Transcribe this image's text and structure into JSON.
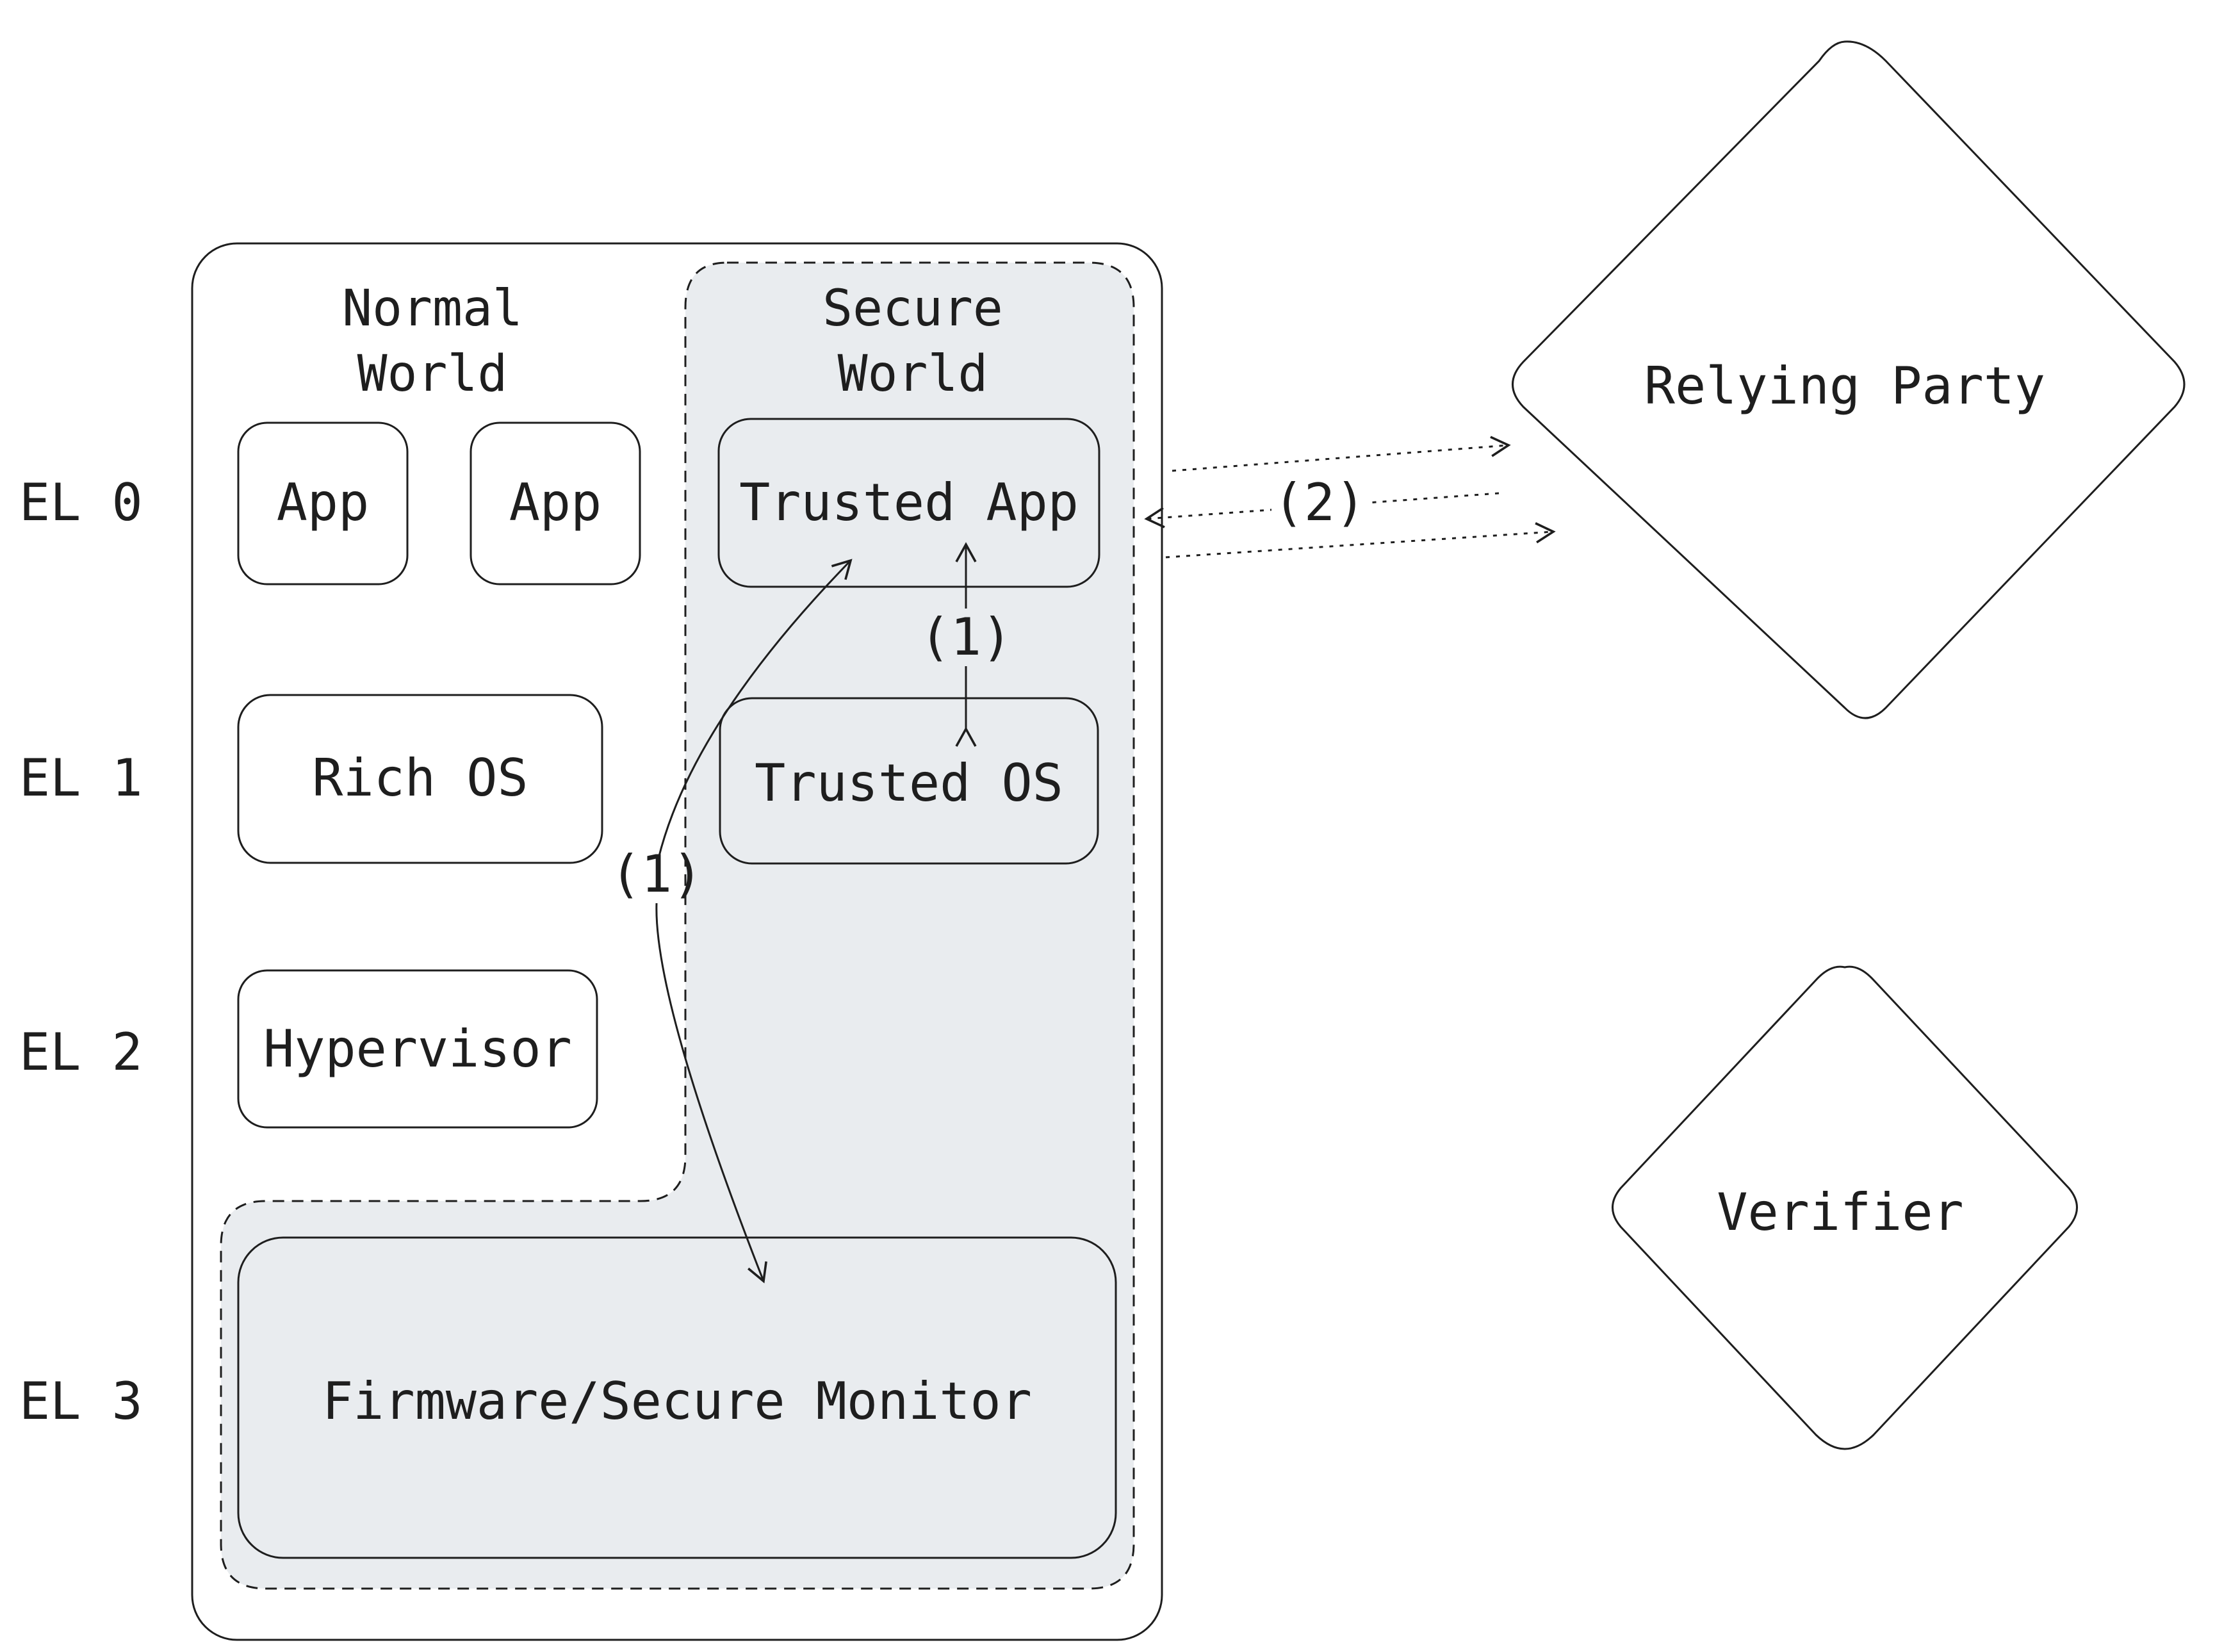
{
  "levels": {
    "el0": "EL 0",
    "el1": "EL 1",
    "el2": "EL 2",
    "el3": "EL 3"
  },
  "worlds": {
    "normal_line1": "Normal",
    "normal_line2": "World",
    "secure_line1": "Secure",
    "secure_line2": "World"
  },
  "boxes": {
    "app1": "App",
    "app2": "App",
    "trusted_app": "Trusted App",
    "rich_os": "Rich OS",
    "trusted_os": "Trusted OS",
    "hypervisor": "Hypervisor",
    "firmware": "Firmware/Secure Monitor"
  },
  "arrow_labels": {
    "ta_tos": "(1)",
    "ta_fw": "(1)",
    "ta_rp": "(2)"
  },
  "parties": {
    "relying_party": "Relying Party",
    "verifier": "Verifier"
  },
  "colors": {
    "stroke": "#1e1e1e",
    "secure_fill": "#e9ecef",
    "background": "#ffffff"
  }
}
